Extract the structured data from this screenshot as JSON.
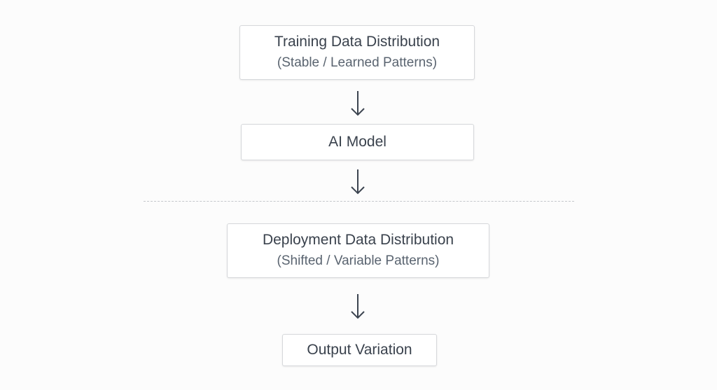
{
  "diagram": {
    "nodes": [
      {
        "id": "training",
        "title": "Training Data Distribution",
        "subtitle": "(Stable / Learned Patterns)"
      },
      {
        "id": "model",
        "title": "AI Model"
      },
      {
        "id": "deployment",
        "title": "Deployment Data Distribution",
        "subtitle": "(Shifted / Variable Patterns)"
      },
      {
        "id": "output",
        "title": "Output Variation"
      }
    ],
    "edges": [
      {
        "from": "training",
        "to": "model"
      },
      {
        "from": "model",
        "to": "deployment"
      },
      {
        "from": "deployment",
        "to": "output"
      }
    ],
    "divider": "dashed-separator-between-model-and-deployment",
    "colors": {
      "text": "#3a424d",
      "subtext": "#5a6470",
      "border": "#d6d8db",
      "divider": "#c4c7cb",
      "background": "#fcfcfc"
    }
  }
}
